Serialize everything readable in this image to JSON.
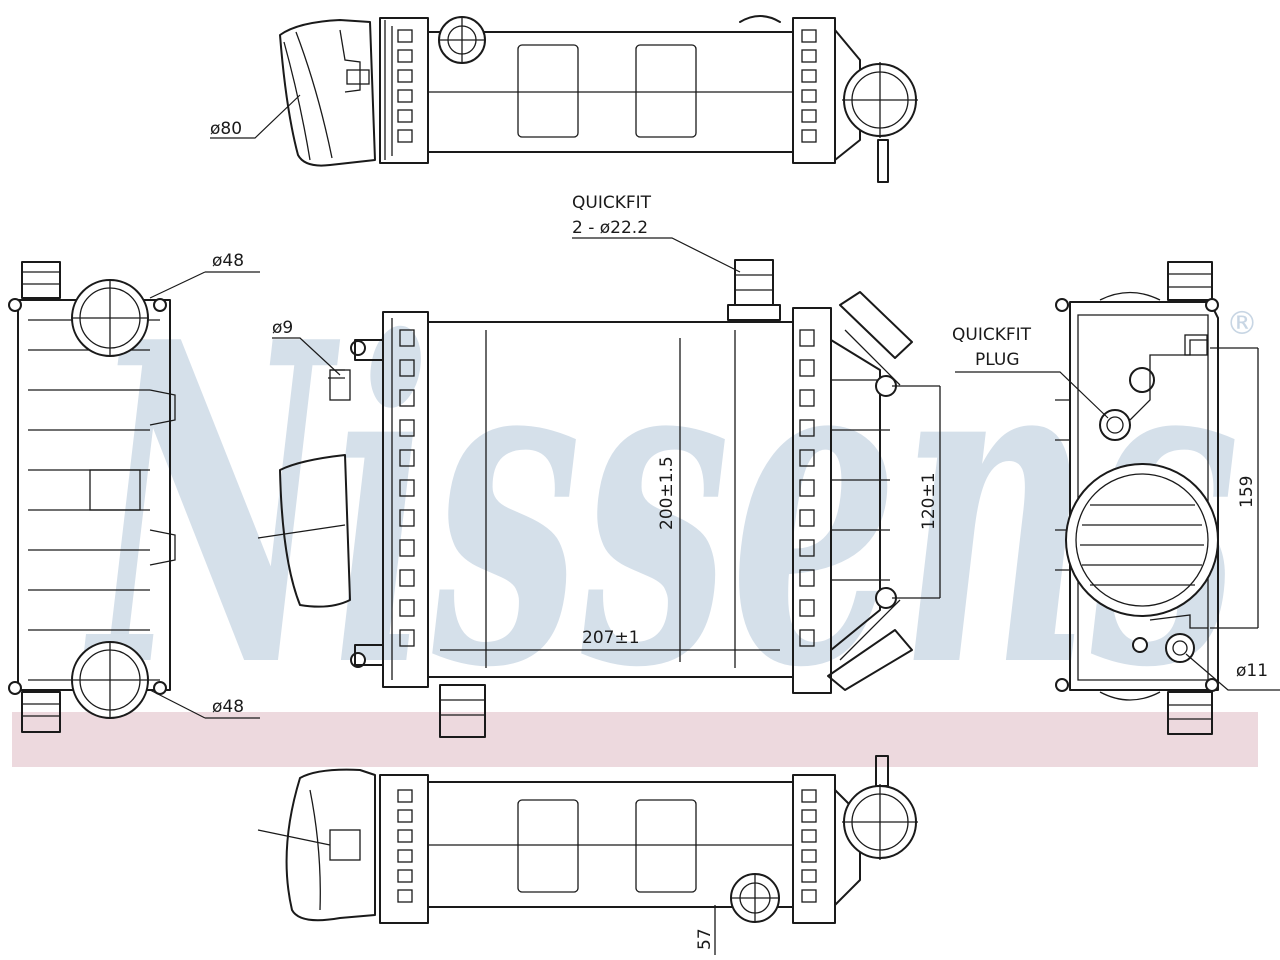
{
  "watermark": {
    "brand": "Nissens",
    "registered_mark": "®",
    "band_color": "#e9cfd6",
    "text_color": "#c8d6e4"
  },
  "labels": {
    "top_inlet_diameter": "ø80",
    "left_port_top": "ø48",
    "left_port_bottom": "ø48",
    "bracket_hole": "ø9",
    "quickfit_line1": "QUICKFIT",
    "quickfit_line2": "2 - ø22.2",
    "core_height": "200±1.5",
    "core_width": "207±1",
    "mount_spacing": "120±1",
    "quickfit_plug_line1": "QUICKFIT",
    "quickfit_plug_line2": "PLUG",
    "side_height": "159",
    "side_bolt_diameter": "ø11",
    "bottom_offset": "57"
  }
}
